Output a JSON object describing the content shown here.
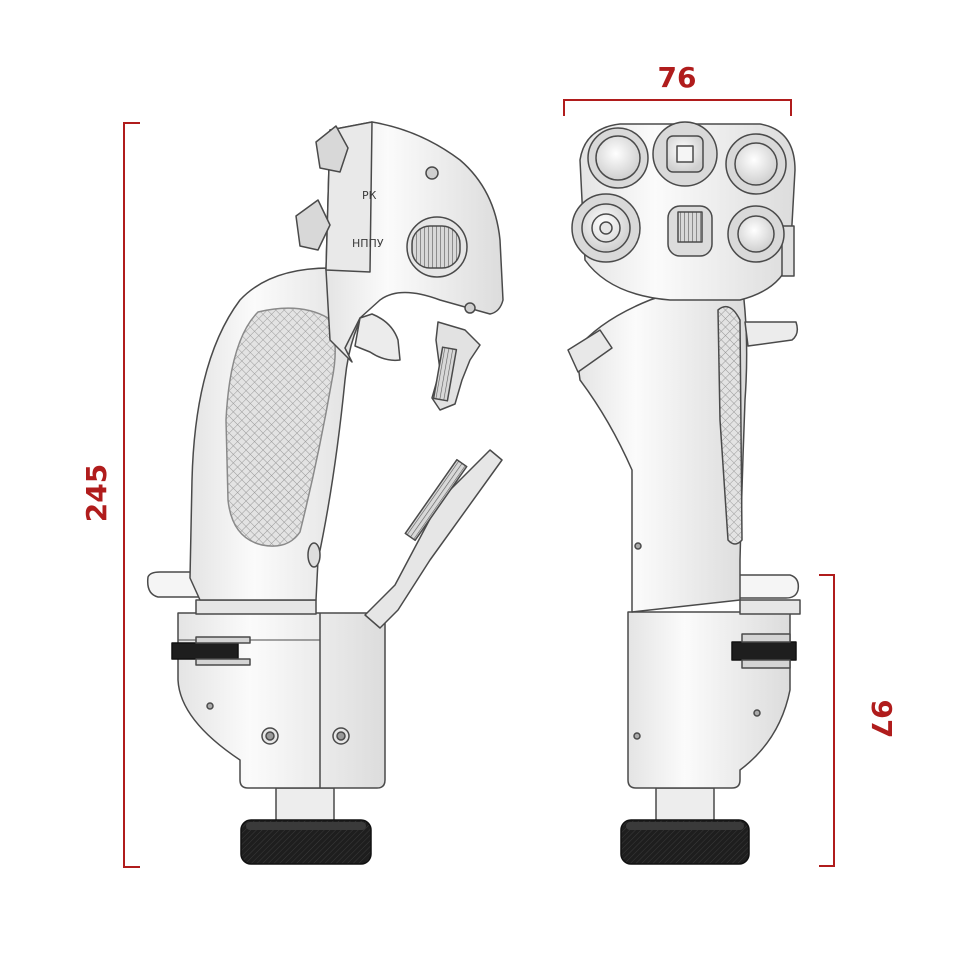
{
  "colors": {
    "dimension": "#b01c1c",
    "body_light": "#f2f2f2",
    "body_shade": "#d6d6d6",
    "outline": "#4a4a4a",
    "knob_dark": "#1e1e1e"
  },
  "dimensions": {
    "total_height": "245",
    "head_width": "76",
    "base_height": "97"
  },
  "side_view": {
    "labels": {
      "top": "РК",
      "bottom": "НППУ"
    }
  }
}
